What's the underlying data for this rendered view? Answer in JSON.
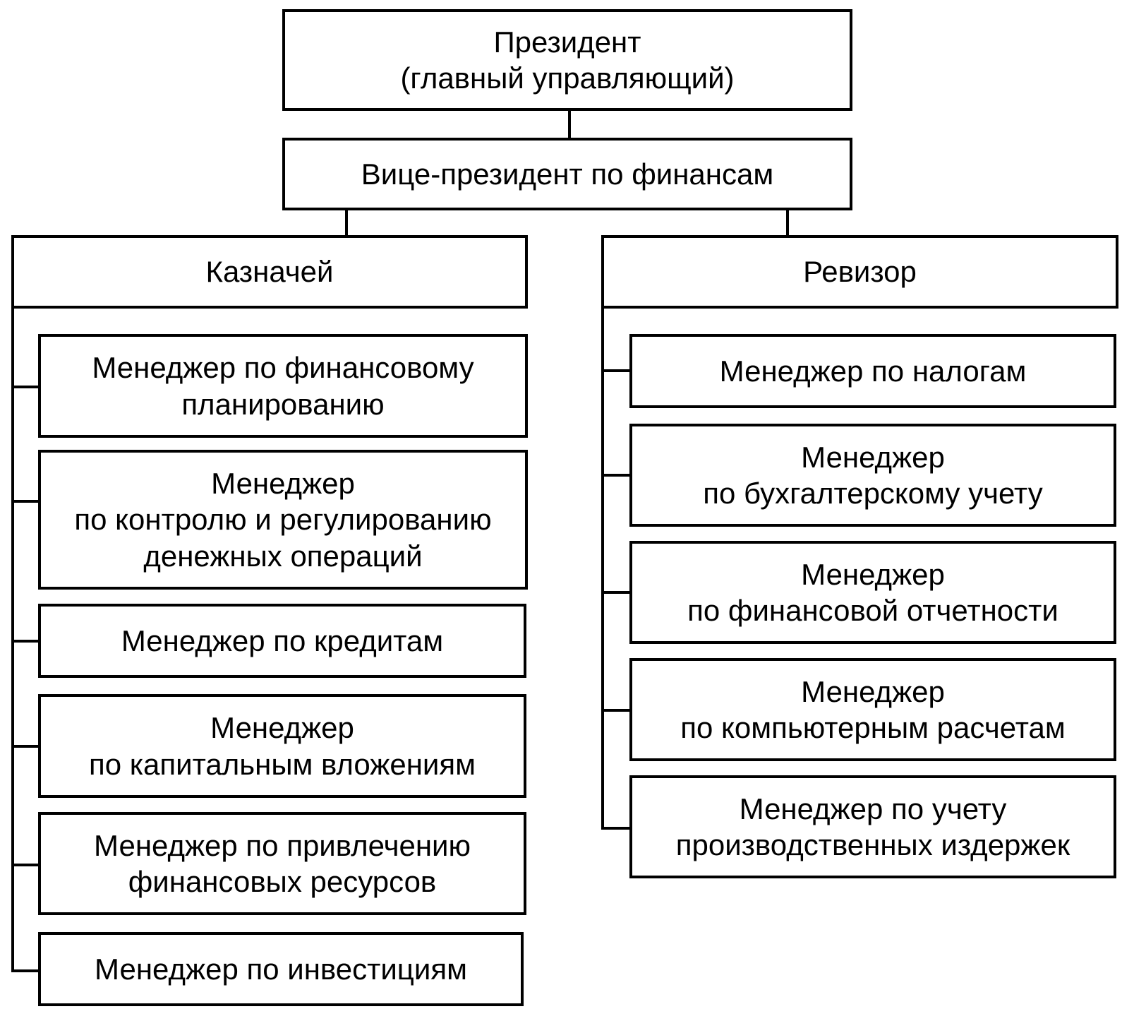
{
  "chart": {
    "president": "Президент\n(главный управляющий)",
    "vice_president": "Вице-президент по финансам",
    "treasurer": {
      "title": "Казначей",
      "managers": [
        "Менеджер по финансовому\nпланированию",
        "Менеджер\nпо контролю и регулированию\nденежных операций",
        "Менеджер по кредитам",
        "Менеджер\nпо капитальным вложениям",
        "Менеджер по привлечению\nфинансовых ресурсов",
        "Менеджер по инвестициям"
      ]
    },
    "controller": {
      "title": "Ревизор",
      "managers": [
        "Менеджер по налогам",
        "Менеджер\nпо бухгалтерскому учету",
        "Менеджер\nпо финансовой отчетности",
        "Менеджер\nпо компьютерным расчетам",
        "Менеджер по учету\nпроизводственных издержек"
      ]
    }
  }
}
